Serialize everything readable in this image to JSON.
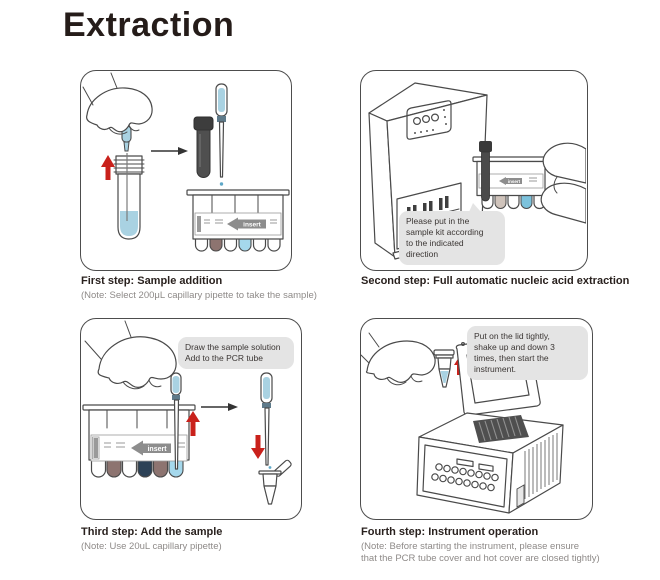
{
  "title": "Extraction",
  "labels": {
    "insert": "insert"
  },
  "colors": {
    "line_art": "#4a4a4a",
    "red_arrow": "#c9211b",
    "liquid_blue": "#a9d2e2",
    "tube_brown": "#8d7470",
    "tube_navy": "#2c4156",
    "tube_lightblue": "#a5d8ec",
    "kit_blue": "#7cc2dc",
    "kit_beige": "#cfc3bb",
    "bubble_gray": "#e4e4e4",
    "insert_arrow_gray": "#8d8d8d"
  },
  "panels": {
    "step1": {
      "caption": "First step: Sample addition",
      "note": "(Note: Select 200μL capillary pipette to take the sample)"
    },
    "step2": {
      "caption": "Second step: Full automatic nucleic acid extraction",
      "bubble_lines": [
        "Please put in the",
        "sample kit according",
        "to the indicated",
        "direction"
      ]
    },
    "step3": {
      "caption": "Third step: Add the sample",
      "note": "(Note: Use 20uL capillary pipette)",
      "bubble_lines": [
        "Draw the sample solution",
        "Add to the PCR tube"
      ]
    },
    "step4": {
      "caption": "Fourth step: Instrument operation",
      "note_lines": [
        "(Note: Before starting the instrument, please ensure",
        "that the PCR tube cover and hot cover are closed tightly)"
      ],
      "bubble_lines": [
        "Put on the lid tightly,",
        "shake up and down 3",
        "times, then start the",
        "instrument."
      ]
    }
  }
}
